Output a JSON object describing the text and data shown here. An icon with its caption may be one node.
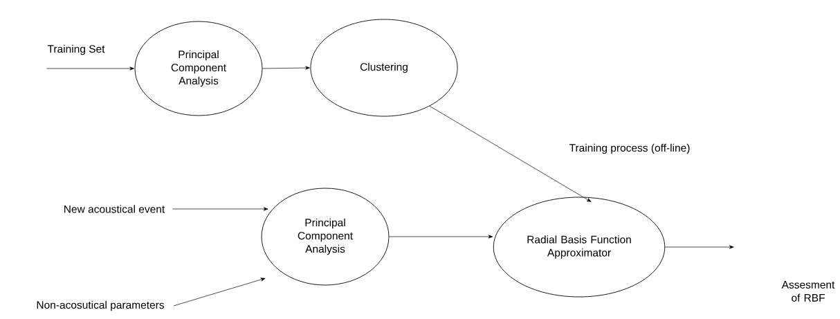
{
  "diagram": {
    "nodes": [
      {
        "text": [
          "Training Set"
        ]
      },
      {
        "text": [
          "Principal Component Analysis"
        ]
      },
      {
        "text": [
          "Clustering"
        ]
      },
      {
        "text": [
          "Principal Component Analysis"
        ]
      },
      {
        "text": [
          "Radial Basis Function Approximator"
        ]
      },
      {
        "text": [
          "New acoustical event"
        ]
      },
      {
        "text": [
          "Non-acosutical parameters"
        ]
      }
    ],
    "edges": [
      {
        "from": 0,
        "to": 1,
        "arrow": "to"
      },
      {
        "from": 1,
        "to": 2,
        "arrow": "to"
      },
      {
        "from": 2,
        "to": 4,
        "arrow": "to",
        "label": "Training process (off-line)"
      },
      {
        "from": 5,
        "to": 3,
        "arrow": "to"
      },
      {
        "from": 6,
        "to": 3,
        "arrow": "to"
      },
      {
        "from": 3,
        "to": 4,
        "arrow": "to"
      },
      {
        "from": 4,
        "to": null,
        "arrow": "to"
      }
    ],
    "labels": [
      "Assesment of RBF"
    ]
  }
}
